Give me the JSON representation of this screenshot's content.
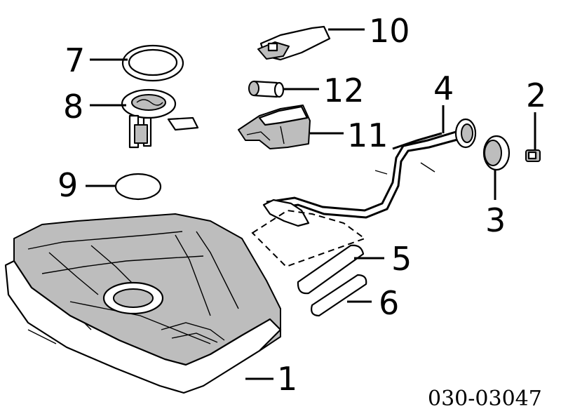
{
  "callouts": [
    {
      "id": "1",
      "label": "1"
    },
    {
      "id": "2",
      "label": "2"
    },
    {
      "id": "3",
      "label": "3"
    },
    {
      "id": "4",
      "label": "4"
    },
    {
      "id": "5",
      "label": "5"
    },
    {
      "id": "6",
      "label": "6"
    },
    {
      "id": "7",
      "label": "7"
    },
    {
      "id": "8",
      "label": "8"
    },
    {
      "id": "9",
      "label": "9"
    },
    {
      "id": "10",
      "label": "10"
    },
    {
      "id": "11",
      "label": "11"
    },
    {
      "id": "12",
      "label": "12"
    }
  ],
  "diagram_code": "030-03047"
}
